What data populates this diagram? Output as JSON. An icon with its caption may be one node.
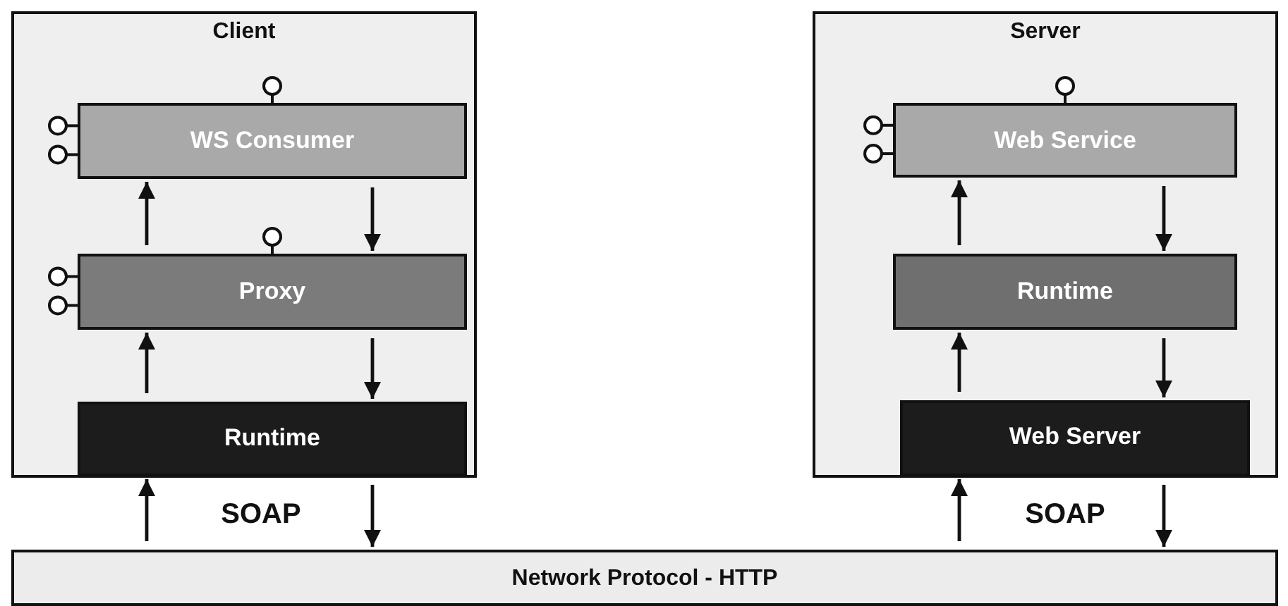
{
  "diagram": {
    "nodes": [
      {
        "text": [
          "Client"
        ]
      },
      {
        "text": [
          "WS Consumer"
        ],
        "in": 0
      },
      {
        "text": [
          "Proxy"
        ],
        "in": 0
      },
      {
        "text": [
          "Runtime"
        ],
        "in": 0
      },
      {
        "text": [
          "Server"
        ]
      },
      {
        "text": [
          "Web Service"
        ],
        "in": 4
      },
      {
        "text": [
          "Runtime"
        ],
        "in": 4
      },
      {
        "text": [
          "Web Server"
        ],
        "in": 4
      },
      {
        "text": [
          "Network Protocol - HTTP"
        ]
      }
    ],
    "edges": [
      {
        "from": 2,
        "to": 1,
        "arrow": "to"
      },
      {
        "from": 1,
        "to": 2,
        "arrow": "to"
      },
      {
        "from": 3,
        "to": 2,
        "arrow": "to"
      },
      {
        "from": 2,
        "to": 3,
        "arrow": "to"
      },
      {
        "from": 8,
        "to": 3,
        "arrow": "to"
      },
      {
        "from": 3,
        "to": 8,
        "arrow": "to"
      },
      {
        "from": 6,
        "to": 5,
        "arrow": "to"
      },
      {
        "from": 5,
        "to": 6,
        "arrow": "to"
      },
      {
        "from": 7,
        "to": 6,
        "arrow": "to"
      },
      {
        "from": 6,
        "to": 7,
        "arrow": "to"
      },
      {
        "from": 8,
        "to": 7,
        "arrow": "to"
      },
      {
        "from": 7,
        "to": 8,
        "arrow": "to"
      }
    ],
    "labels": [
      "SOAP",
      "SOAP"
    ]
  }
}
